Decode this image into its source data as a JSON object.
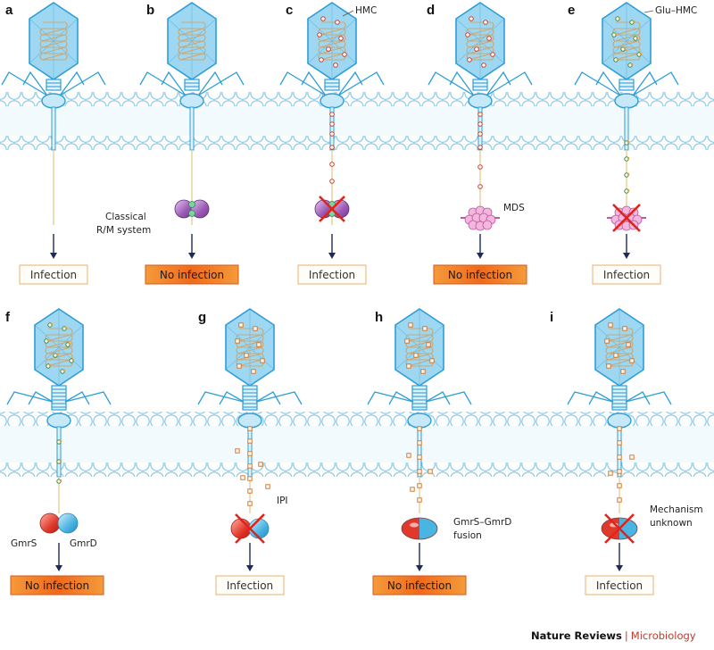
{
  "panels": [
    {
      "letter": "a",
      "outcome": "Infection",
      "blocked": false
    },
    {
      "letter": "b",
      "outcome": "No infection",
      "blocked": true
    },
    {
      "letter": "c",
      "outcome": "Infection",
      "blocked": false
    },
    {
      "letter": "d",
      "outcome": "No infection",
      "blocked": true
    },
    {
      "letter": "e",
      "outcome": "Infection",
      "blocked": false
    },
    {
      "letter": "f",
      "outcome": "No infection",
      "blocked": true
    },
    {
      "letter": "g",
      "outcome": "Infection",
      "blocked": false
    },
    {
      "letter": "h",
      "outcome": "No infection",
      "blocked": true
    },
    {
      "letter": "i",
      "outcome": "Infection",
      "blocked": false
    }
  ],
  "annotations": {
    "hmc": "HMC",
    "glu_hmc": "Glu–HMC",
    "classical_line1": "Classical",
    "classical_line2": "R/M system",
    "mds": "MDS",
    "gmrs": "GmrS",
    "gmrd": "GmrD",
    "ipi": "IPI",
    "fusion_line1": "GmrS–GmrD",
    "fusion_line2": "fusion",
    "unknown_line1": "Mechanism",
    "unknown_line2": "unknown"
  },
  "credit": {
    "journal": "Nature Reviews",
    "separator": "|",
    "section": "Microbiology"
  },
  "colors": {
    "membrane": "#7fc4e4",
    "phage": "#2e9ed8",
    "capsid_fill": "#9ed7f1",
    "enzyme_red": "#e0392c",
    "enzyme_blue": "#4ab4e2",
    "enzyme_purple": "#9b59b6",
    "mds_pink": "#e58fc9",
    "no_infection_fill": "#f07a24",
    "infection_border": "#e8b070",
    "cross": "#e2231a",
    "arrow": "#1f2a5a"
  }
}
